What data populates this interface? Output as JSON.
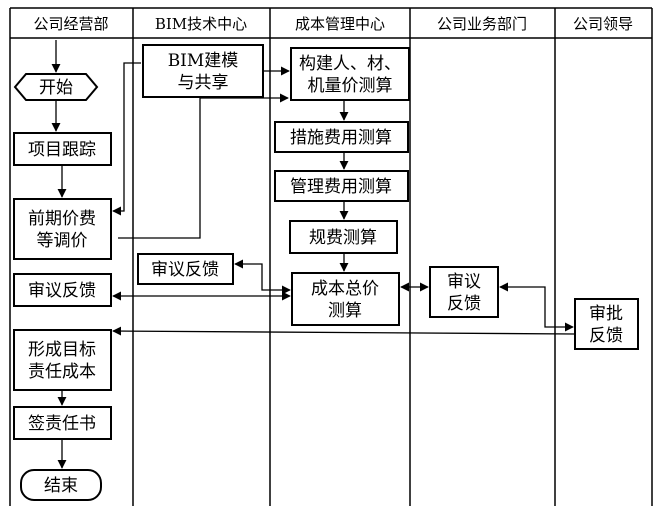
{
  "lanes": [
    {
      "id": "l1",
      "label": "公司经营部"
    },
    {
      "id": "l2",
      "label": "BIM技术中心"
    },
    {
      "id": "l3",
      "label": "成本管理中心"
    },
    {
      "id": "l4",
      "label": "公司业务部门"
    },
    {
      "id": "l5",
      "label": "公司领导"
    }
  ],
  "nodes": {
    "start": [
      "开始"
    ],
    "track": [
      "项目跟踪"
    ],
    "preprice": [
      "前期价费",
      "等调价"
    ],
    "reviewA": [
      "审议反馈"
    ],
    "target": [
      "形成目标",
      "责任成本"
    ],
    "sign": [
      "签责任书"
    ],
    "end": [
      "结束"
    ],
    "bim": [
      "BIM建模",
      "与共享"
    ],
    "reviewB": [
      "审议反馈"
    ],
    "build": [
      "构建人、材、",
      "机量价测算"
    ],
    "measure": [
      "措施费用测算"
    ],
    "manage": [
      "管理费用测算"
    ],
    "fee": [
      "规费测算"
    ],
    "total": [
      "成本总价",
      "测算"
    ],
    "reviewC": [
      "审议",
      "反馈"
    ],
    "approve": [
      "审批",
      "反馈"
    ]
  }
}
